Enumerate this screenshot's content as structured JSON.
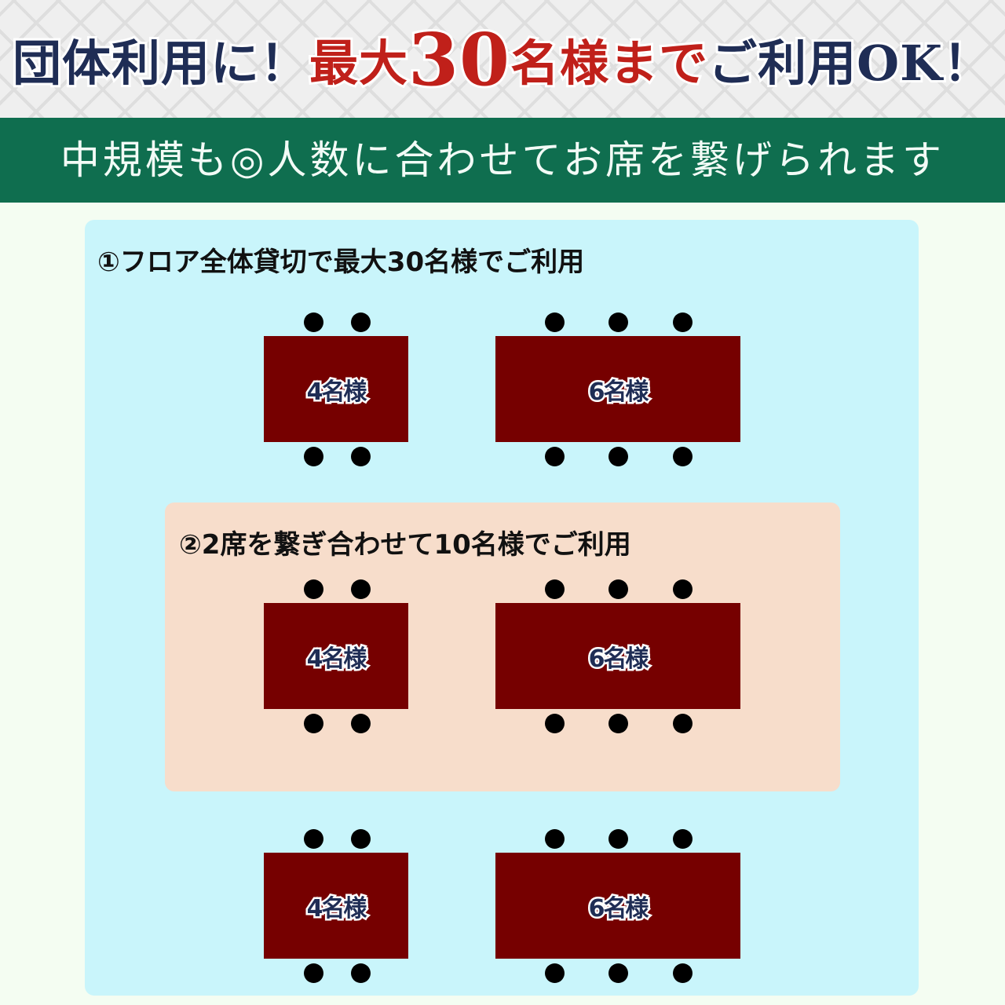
{
  "header": {
    "title_parts": [
      "団体利用に！",
      "最大",
      "30",
      "名様まで",
      "ご利用OK！"
    ]
  },
  "band": {
    "text": "中規模も◎人数に合わせてお席を繋げられます"
  },
  "section1": {
    "title": "①フロア全体貸切で最大30名様でご利用"
  },
  "section2": {
    "title": "②2席を繋ぎ合わせて10名様でご利用"
  },
  "tables": {
    "small": "4名様",
    "large": "6名様"
  },
  "colors": {
    "navy": "#1f2d55",
    "red": "#c0201a",
    "green": "#0f6e4f",
    "table": "#760000",
    "cyan": "#c9f5fb",
    "peach": "#f7ddcb"
  }
}
